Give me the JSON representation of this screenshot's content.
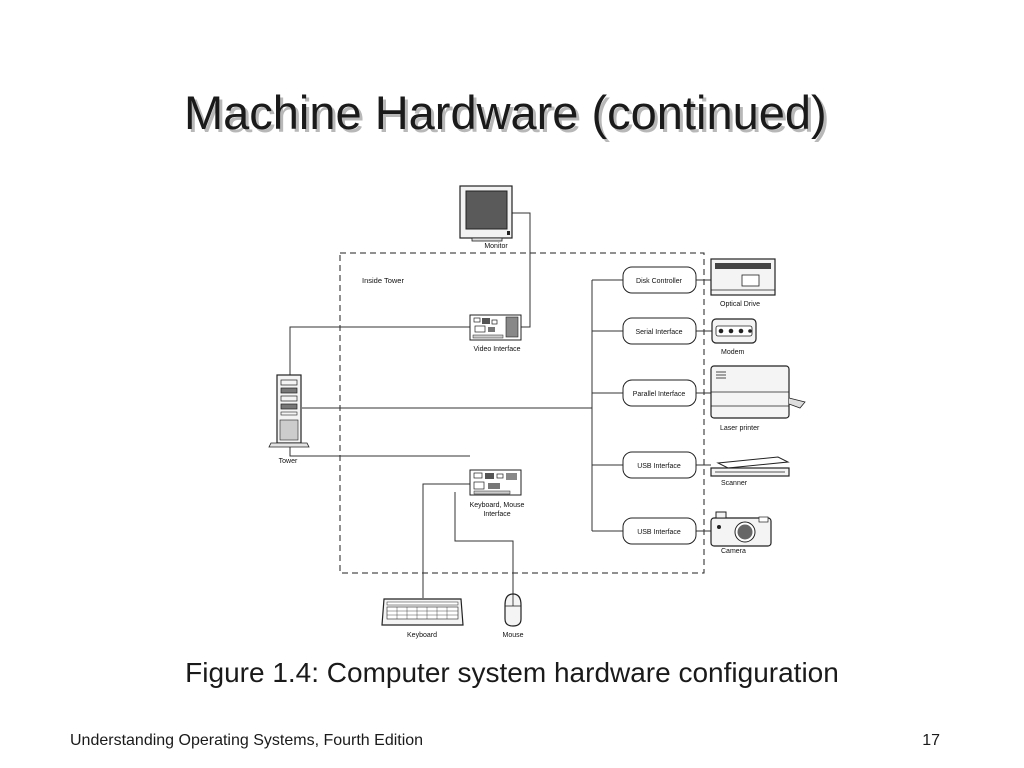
{
  "slide": {
    "title": "Machine Hardware (continued)",
    "caption": "Figure 1.4: Computer system hardware configuration",
    "footer_left": "Understanding Operating Systems, Fourth Edition",
    "page_number": "17"
  },
  "diagram": {
    "boundary_label": "Inside Tower",
    "devices": {
      "monitor": "Monitor",
      "tower": "Tower",
      "keyboard": "Keyboard",
      "mouse": "Mouse",
      "optical_drive": "Optical Drive",
      "modem": "Modem",
      "laser_printer": "Laser printer",
      "scanner": "Scanner",
      "camera": "Camera"
    },
    "cards": {
      "video_interface": "Video Interface",
      "keyboard_mouse_interface_line1": "Keyboard, Mouse",
      "keyboard_mouse_interface_line2": "Interface"
    },
    "controllers": {
      "disk_controller": "Disk Controller",
      "serial_interface": "Serial Interface",
      "parallel_interface": "Parallel Interface",
      "usb_interface_scanner": "USB Interface",
      "usb_interface_camera": "USB Interface"
    }
  }
}
